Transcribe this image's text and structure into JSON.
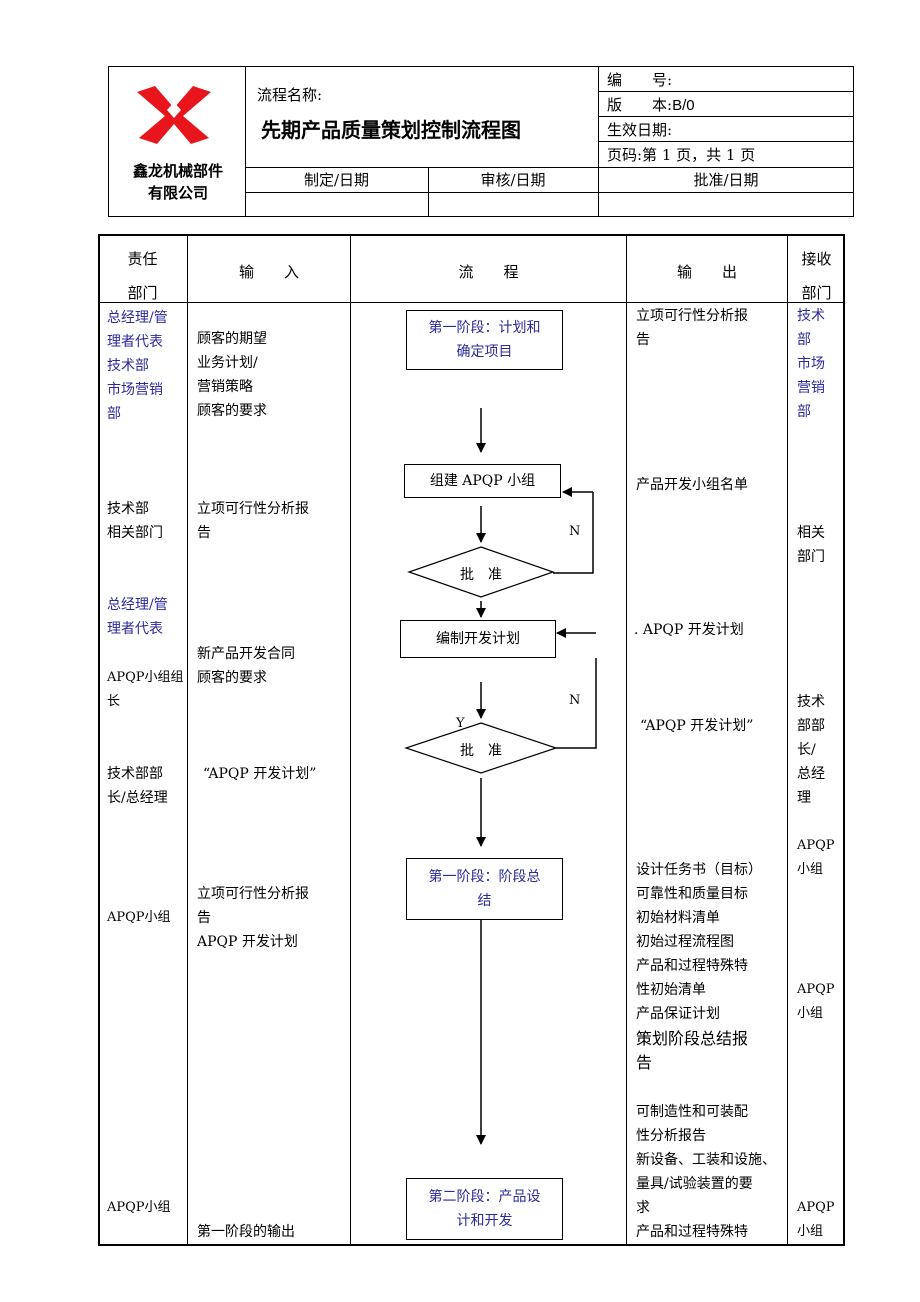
{
  "header": {
    "company": [
      "鑫龙机械部件",
      "有限公司"
    ],
    "process_name_label": "流程名称:",
    "title": "先期产品质量策划控制流程图",
    "number_label": "编　　号:",
    "version_label": "版　　本:",
    "version_value": "B/0",
    "effective_date_label": "生效日期:",
    "page_label": "页码:第 1 页，共 1 页",
    "prepared_label": "制定/日期",
    "reviewed_label": "审核/日期",
    "approved_label": "批准/日期"
  },
  "columns": {
    "responsible": [
      "责任",
      "部门"
    ],
    "input": "输　　入",
    "flow": "流　　程",
    "output": "输　　出",
    "receiving": [
      "接收",
      "部门"
    ]
  },
  "responsible": {
    "r1": [
      "总经理/管",
      "理者代表",
      "技术部",
      "市场营销",
      "部"
    ],
    "r2": [
      "技术部",
      "相关部门"
    ],
    "r3": [
      "总经理/管",
      "理者代表"
    ],
    "r4": [
      "APQP小组组",
      "长"
    ],
    "r5": [
      "技术部部",
      "长/总经理"
    ],
    "r6": "APQP小组",
    "r7": "APQP小组"
  },
  "inputs": {
    "i1": [
      "顾客的期望",
      "业务计划/",
      "营销策略",
      "顾客的要求"
    ],
    "i2": [
      "立项可行性分析报",
      "告"
    ],
    "i3": [
      "新产品开发合同",
      "顾客的要求"
    ],
    "i4": "“APQP 开发计划”",
    "i5": [
      "立项可行性分析报",
      "告",
      "APQP 开发计划"
    ],
    "i6": "第一阶段的输出"
  },
  "flow": {
    "stage1_plan": [
      "第一阶段：计划和",
      "确定项目"
    ],
    "form_team": "组建 APQP 小组",
    "approve": "批　准",
    "make_plan": "编制开发计划",
    "approve2": "批　准",
    "stage1_summary": [
      "第一阶段：阶段总",
      "结"
    ],
    "stage2": [
      "第二阶段：产品设",
      "计和开发"
    ],
    "n1": "N",
    "n2": "N",
    "y": "Y"
  },
  "outputs": {
    "o1": [
      "立项可行性分析报",
      "告"
    ],
    "o2": "产品开发小组名单",
    "o3": ". APQP 开发计划",
    "o4": "“APQP 开发计划”",
    "o5": [
      "设计任务书（目标）",
      "可靠性和质量目标",
      "初始材料清单",
      "初始过程流程图",
      "产品和过程特殊特",
      "性初始清单",
      "产品保证计划"
    ],
    "o5b": [
      "策划阶段总结报",
      "告"
    ],
    "o6": [
      "可制造性和可装配",
      "性分析报告",
      "新设备、工装和设施、",
      "量具/试验装置的要",
      "求",
      "产品和过程特殊特"
    ]
  },
  "receiving": {
    "c1": [
      "技术",
      "部",
      "市场",
      "营销",
      "部"
    ],
    "c2": [
      "相关",
      "部门"
    ],
    "c3": [
      "技术",
      "部部",
      "长/",
      "总经",
      "理"
    ],
    "c4": [
      "APQP",
      "小组"
    ],
    "c5": [
      "APQP",
      "小组"
    ],
    "c6": [
      "APQP",
      "小组"
    ]
  },
  "colors": {
    "logo_red": "#e8161c",
    "blue_text": "#2a2a9c"
  }
}
